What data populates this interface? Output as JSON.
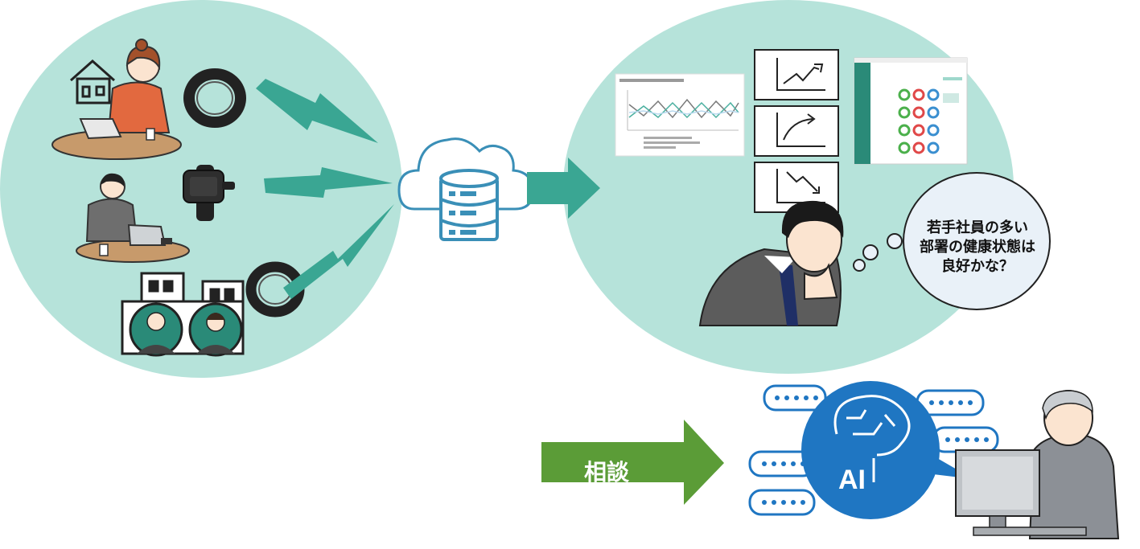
{
  "colors": {
    "circle_fill": "#b6e3da",
    "teal": "#3aa693",
    "arrow_green": "#5b9c37",
    "cloud_blue": "#3a8fb7",
    "ai_blue": "#1f76c2",
    "thought_fill": "#e9f1f8"
  },
  "thought_bubble": {
    "line1": "若手社員の多い",
    "line2": "部署の健康状態は",
    "line3": "良好かな？"
  },
  "consult_arrow": {
    "label": "相談"
  },
  "ai_badge": {
    "label": "AI"
  },
  "icons": [
    "house-icon",
    "smart-ring-icon",
    "smartwatch-icon",
    "cloud-database-icon",
    "trend-up-icon",
    "growth-curve-icon",
    "trend-down-icon",
    "ai-brain-icon",
    "chat-bubble-icon"
  ]
}
